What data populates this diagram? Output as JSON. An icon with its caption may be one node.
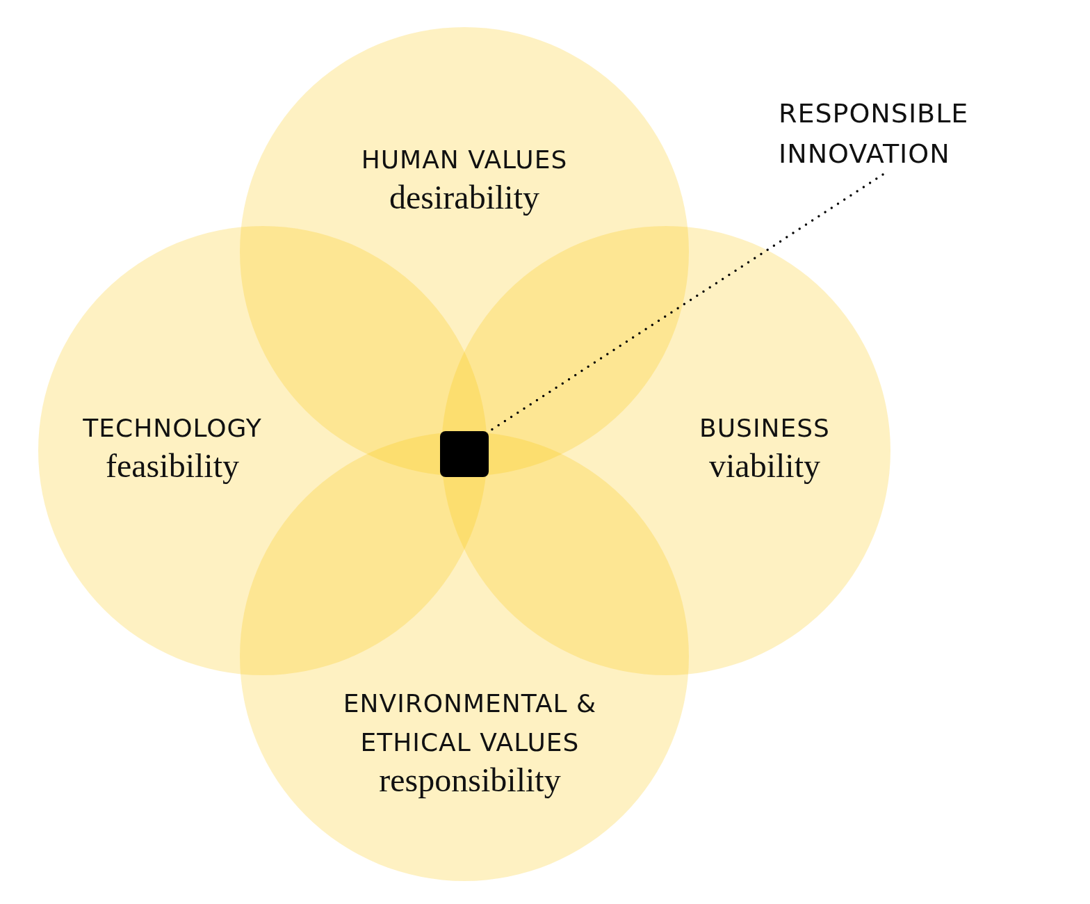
{
  "diagram": {
    "nodes": [
      {
        "text": [
          "HUMAN VALUES",
          "desirability"
        ]
      },
      {
        "text": [
          "TECHNOLOGY",
          "feasibility"
        ]
      },
      {
        "text": [
          "BUSINESS",
          "viability"
        ]
      },
      {
        "text": [
          "ENVIRONMENTAL & ETHICAL VALUES",
          "responsibility"
        ]
      },
      {
        "text": [],
        "shape": "box"
      },
      {
        "text": [
          "RESPONSIBLE INNOVATION"
        ]
      }
    ],
    "edges": [
      {
        "from": 5,
        "to": 4,
        "arrow": "none",
        "style": "dashed"
      }
    ]
  }
}
